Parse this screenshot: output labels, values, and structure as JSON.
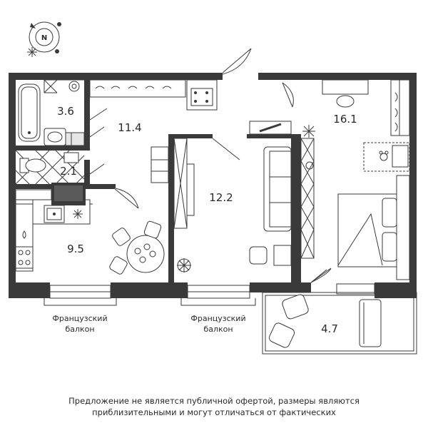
{
  "compass": {
    "letter": "N"
  },
  "rooms": {
    "bathroom": "3.6",
    "hall": "11.4",
    "toilet": "2.1",
    "kitchen": "9.5",
    "living": "12.2",
    "bedroom": "16.1",
    "balcony": "4.7"
  },
  "french_balcony": {
    "left_line1": "Французский",
    "left_line2": "балкон",
    "right_line1": "Французский",
    "right_line2": "балкон"
  },
  "disclaimer": {
    "line1": "Предложение не является публичной офертой, размеры являются",
    "line2": "приблизительными и могут отличаться от фактических"
  }
}
